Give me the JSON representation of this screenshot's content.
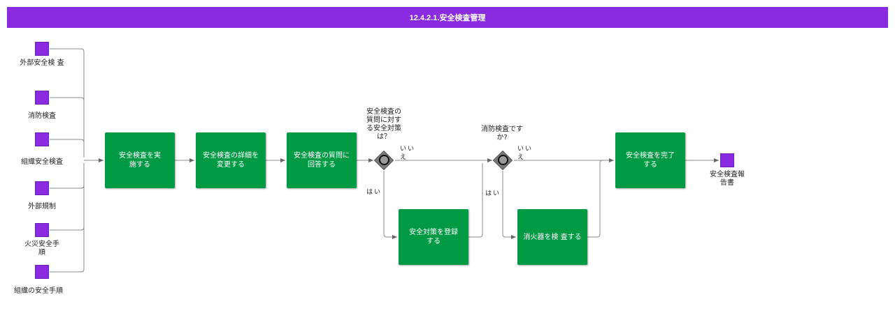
{
  "title": "12.4.2.1.安全検査管理",
  "inputs": [
    {
      "label": "外部安全検 査"
    },
    {
      "label": "消防検査"
    },
    {
      "label": "組織安全検査"
    },
    {
      "label": "外部規制"
    },
    {
      "label": "火災安全手\n順"
    },
    {
      "label": "組織の安全手順"
    }
  ],
  "tasks": {
    "perform": "安全検査を実\n施する",
    "change": "安全検査の詳細を\n変更する",
    "answer": "安全検査の質問に\n回答する",
    "register": "安全対策を登録\nする",
    "extinguisher": "消火器を検 査する",
    "complete": "安全検査を完了\nする"
  },
  "gateways": {
    "q1": "安全検査の\n質問に対す\nる安全対策\nは？",
    "q2": "消防検査です\nか?",
    "no": "いい\nえ",
    "yes": "はい"
  },
  "output": {
    "label": "安全検査報\n告書"
  },
  "colors": {
    "purple": "#8a2be2",
    "green": "#009944",
    "gateway": "#7a7a7a"
  }
}
